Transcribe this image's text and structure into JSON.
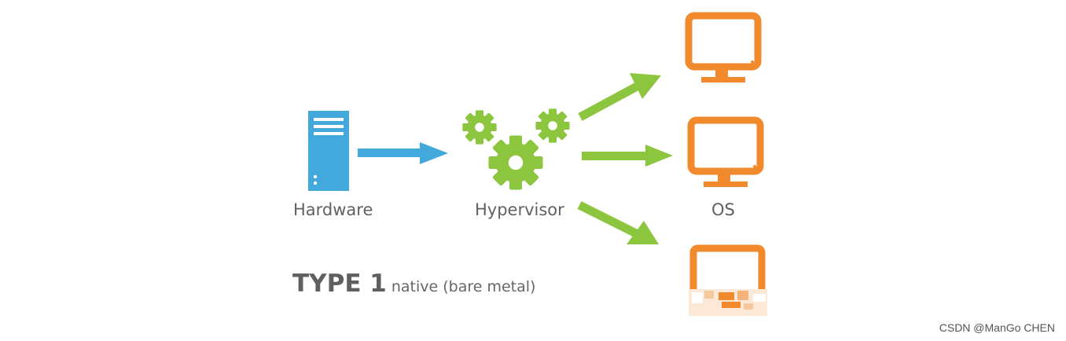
{
  "labels": {
    "hardware": "Hardware",
    "hypervisor": "Hypervisor",
    "os": "OS"
  },
  "caption": {
    "title": "TYPE 1",
    "subtitle": "native (bare metal)"
  },
  "watermark": "CSDN @ManGo CHEN",
  "icons": {
    "server": "server-icon",
    "gears": "gear-icon",
    "monitor": "monitor-icon",
    "arrow": "arrow-icon"
  },
  "colors": {
    "server": "#43a8dc",
    "gears": "#8cc63e",
    "monitors": "#f08a2c",
    "text": "#616161"
  }
}
